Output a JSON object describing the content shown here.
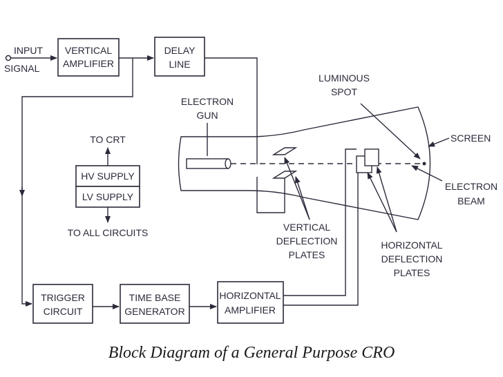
{
  "blocks": {
    "input": [
      "INPUT",
      "SIGNAL"
    ],
    "vertical_amplifier": [
      "VERTICAL",
      "AMPLIFIER"
    ],
    "delay_line": [
      "DELAY",
      "LINE"
    ],
    "hv_supply": "HV SUPPLY",
    "lv_supply": "LV SUPPLY",
    "to_crt": "TO CRT",
    "to_all_circuits": "TO ALL CIRCUITS",
    "trigger_circuit": [
      "TRIGGER",
      "CIRCUIT"
    ],
    "time_base_generator": [
      "TIME BASE",
      "GENERATOR"
    ],
    "horizontal_amplifier": [
      "HORIZONTAL",
      "AMPLIFIER"
    ]
  },
  "crt_labels": {
    "electron_gun": [
      "ELECTRON",
      "GUN"
    ],
    "luminous_spot": [
      "LUMINOUS",
      "SPOT"
    ],
    "screen": "SCREEN",
    "electron_beam": [
      "ELECTRON",
      "BEAM"
    ],
    "vertical_plates": [
      "VERTICAL",
      "DEFLECTION",
      "PLATES"
    ],
    "horizontal_plates": [
      "HORIZONTAL",
      "DEFLECTION",
      "PLATES"
    ]
  },
  "caption": "Block Diagram of a General Purpose CRO",
  "colors": {
    "ink": "#2a2a3a",
    "background": "#ffffff"
  }
}
